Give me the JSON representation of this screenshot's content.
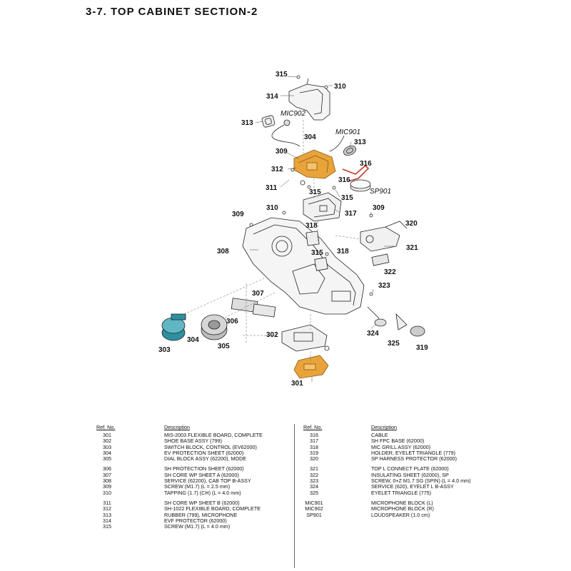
{
  "title": "3-7.  TOP  CABINET  SECTION-2",
  "callouts": {
    "c315a": "315",
    "c310a": "310",
    "c314": "314",
    "c313a": "313",
    "mic902": "MIC902",
    "c304a": "304",
    "mic901": "MIC901",
    "c313b": "313",
    "c309a": "309",
    "c316a": "316",
    "c312": "312",
    "c316b": "316",
    "sp901": "SP901",
    "c311": "311",
    "c315b": "315",
    "c315c": "315",
    "c309b": "309",
    "c310b": "310",
    "c317": "317",
    "c309c": "309",
    "c318a": "318",
    "c320": "320",
    "c308": "308",
    "c315d": "315",
    "c318b": "318",
    "c321": "321",
    "c322": "322",
    "c307": "307",
    "c323": "323",
    "c306": "306",
    "c304b": "304",
    "c303": "303",
    "c305": "305",
    "c302": "302",
    "c324": "324",
    "c325": "325",
    "c319": "319",
    "c301": "301"
  },
  "parts_list": {
    "headers": {
      "ref": "Ref. No.",
      "desc": "Description"
    },
    "left": [
      [
        {
          "ref": "301",
          "desc": "MIS-2003 FLEXIBLE BOARD, COMPLETE"
        },
        {
          "ref": "302",
          "desc": "SHOE BASE ASSY (799)"
        },
        {
          "ref": "303",
          "desc": "SWITCH BLOCK, CONTROL (EV62000)"
        },
        {
          "ref": "304",
          "desc": "EV PROTECTION SHEET (62000)"
        },
        {
          "ref": "305",
          "desc": "DIAL BLOCK ASSY (62200), MODE"
        }
      ],
      [
        {
          "ref": "306",
          "desc": "SH PROTECTION SHEET (62000)"
        },
        {
          "ref": "307",
          "desc": "SH CORE WP SHEET A (62000)"
        },
        {
          "ref": "308",
          "desc": "SERVICE (62200), CAB TOP B-ASSY"
        },
        {
          "ref": "309",
          "desc": "SCREW (M1.7) (L = 2.5 mm)"
        },
        {
          "ref": "310",
          "desc": "TAPPING (1.7) (CH) (L = 4.0 mm)"
        }
      ],
      [
        {
          "ref": "311",
          "desc": "SH CORE WP SHEET B (62000)"
        },
        {
          "ref": "312",
          "desc": "SH-1022 FLEXIBLE BOARD, COMPLETE"
        },
        {
          "ref": "313",
          "desc": "RUBBER (799), MICROPHONE"
        },
        {
          "ref": "314",
          "desc": "EVF PROTECTOR (62000)"
        },
        {
          "ref": "315",
          "desc": "SCREW (M1.7) (L = 4.0 mm)"
        }
      ]
    ],
    "right": [
      [
        {
          "ref": "316",
          "desc": "CABLE"
        },
        {
          "ref": "317",
          "desc": "SH FPC BASE (62000)"
        },
        {
          "ref": "318",
          "desc": "MIC GRILL ASSY (62000)"
        },
        {
          "ref": "319",
          "desc": "HOLDER, EYELET TRIANGLE (779)"
        },
        {
          "ref": "320",
          "desc": "SP HARNESS PROTECTOR (62000)"
        }
      ],
      [
        {
          "ref": "321",
          "desc": "TOP L CONNECT PLATE (62000)"
        },
        {
          "ref": "322",
          "desc": "INSULATING SHEET (62000), SP"
        },
        {
          "ref": "323",
          "desc": "SCREW, 0+Z M1.7 SG (SPIN) (L = 4.0 mm)"
        },
        {
          "ref": "324",
          "desc": "SERVICE (620), EYELET L B-ASSY"
        },
        {
          "ref": "325",
          "desc": "EYELET TRIANGLE (775)"
        }
      ],
      [
        {
          "ref": "MIC901",
          "desc": "MICROPHONE BLOCK (L)"
        },
        {
          "ref": "MIC902",
          "desc": "MICROPHONE BLOCK (R)"
        },
        {
          "ref": "SP901",
          "desc": "LOUDSPEAKER (1.0 cm)"
        }
      ]
    ]
  },
  "colors": {
    "highlight": "#E8A33A",
    "highlight_dark": "#B87414",
    "teal": "#2E8FA0",
    "speaker_wire": "#C0392B"
  }
}
